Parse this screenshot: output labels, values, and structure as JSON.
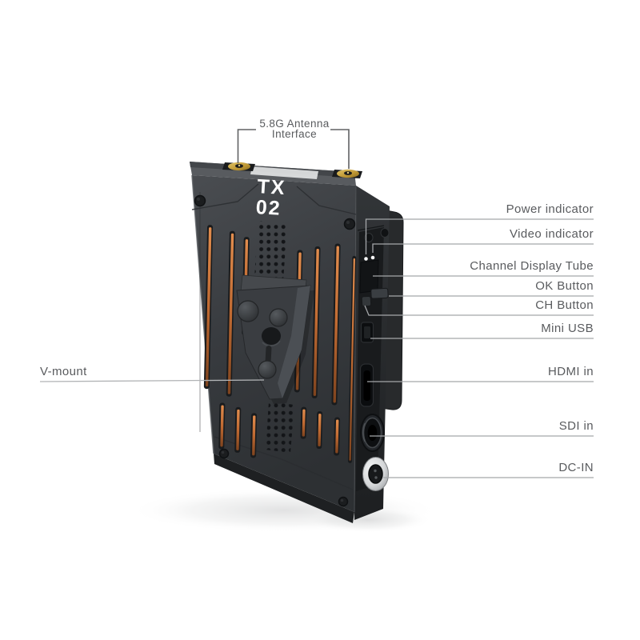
{
  "device": {
    "model_line1": "TX",
    "model_line2": "02"
  },
  "labels": {
    "top": {
      "line1": "5.8G Antenna",
      "line2": "Interface"
    },
    "left": {
      "vmount": "V-mount"
    },
    "right": [
      {
        "label": "Power indicator"
      },
      {
        "label": "Video indicator"
      },
      {
        "label": "Channel Display Tube"
      },
      {
        "label": "OK Button"
      },
      {
        "label": "CH Button"
      },
      {
        "label": "Mini USB"
      },
      {
        "label": "HDMI in"
      },
      {
        "label": "SDI in"
      },
      {
        "label": "DC-IN"
      }
    ]
  },
  "colors": {
    "background": "#ffffff",
    "body_front": "#3c3f43",
    "body_side": "#26292b",
    "body_top": "#585b5f",
    "vent_copper": "#c9763c",
    "antenna_gold": "#c8a23e",
    "led_white": "#ffffff",
    "dc_ring_silver": "#e8e9ea",
    "label_text": "#595b5e",
    "leader_line": "#a4a6a9",
    "logo_text": "#ffffff"
  }
}
